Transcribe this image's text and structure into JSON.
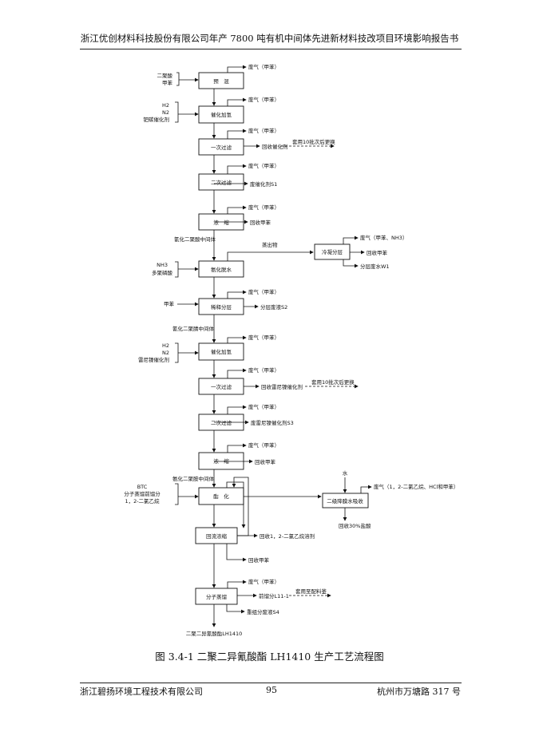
{
  "header": {
    "title": "浙江优创材料科技股份有限公司年产 7800 吨有机中间体先进新材料技改项目环境影响报告书"
  },
  "footer": {
    "left": "浙江碧扬环境工程技术有限公司",
    "page": "95",
    "right": "杭州市万塘路 317 号"
  },
  "caption": "图 3.4-1 二聚二异氰酸酯 LH1410 生产工艺流程图",
  "flow": {
    "inputs": {
      "pre_a": "二聚酸",
      "pre_b": "甲苯",
      "h1_a": "H2",
      "h1_b": "N2",
      "h1_c": "钯碳催化剂",
      "nh_a": "NH3",
      "nh_b": "多聚磷酸",
      "wash": "甲苯",
      "h2_a": "H2",
      "h2_b": "N2",
      "h2_c": "雷尼镍催化剂",
      "es_a": "BTC",
      "es_b": "分子蒸馏前馏分",
      "es_c": "1，2-二氯乙烷",
      "water": "水"
    },
    "boxes": {
      "b1": "预　混",
      "b2": "催化加氢",
      "b3": "一次过滤",
      "b4": "二次过滤",
      "b5": "浓　缩",
      "b6": "氨化脱水",
      "b7": "稀释分层",
      "b8": "催化加氢",
      "b9": "一次过滤",
      "b10": "二次过滤",
      "b11": "浓　缩",
      "b12": "酯　化",
      "b13": "回流浓缩",
      "b14": "分子蒸馏",
      "cond": "冷凝分层",
      "absorb": "二级降膜水吸收"
    },
    "outputs": {
      "g1": "废气（甲苯）",
      "g2": "废气（甲苯）",
      "g3": "废气（甲苯）",
      "r3": "回收催化剂",
      "reuse1": "套用10批次后更换",
      "g4": "废气（甲苯）",
      "s1": "废催化剂S1",
      "g5": "废气（甲苯）",
      "rec5": "回收甲苯",
      "mid1": "氰化二聚酸中间体",
      "steam": "蒸出物",
      "cg": "废气（甲苯、NH3）",
      "crec": "回收甲苯",
      "cw": "分层废水W1",
      "g7": "废气（甲苯）",
      "s2": "分层废液S2",
      "mid2": "氰化二聚腈中间体",
      "g8": "废气（甲苯）",
      "g9": "废气（甲苯）",
      "r9": "回收雷尼镍催化剂",
      "reuse2": "套用10批次后更换",
      "g10": "废气（甲苯）",
      "s3": "废雷尼镍催化剂S3",
      "g11": "废气（甲苯）",
      "rec11": "回收甲苯",
      "mid3": "氨化二聚胺中间体",
      "ag": "废气（1，2-二氯乙烷、HCl和甲苯）",
      "acid": "回收30%盐酸",
      "rec13": "回收1，2-二氯乙烷溶剂",
      "tol13": "回收甲苯",
      "g14": "废气（甲苯）",
      "front": "前馏分L11-1",
      "reuse3": "套用至配料釜",
      "s4": "重组分废液S4",
      "product": "二聚二异氰酸酯LH1410"
    }
  }
}
